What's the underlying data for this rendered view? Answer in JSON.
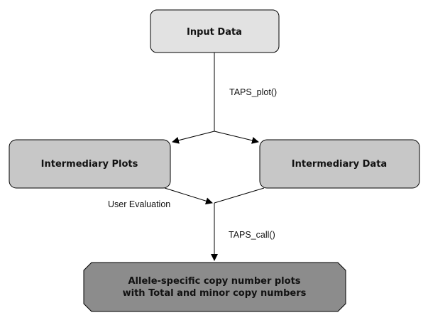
{
  "nodes": {
    "input": {
      "label": "Input Data",
      "fill": "#e2e2e2"
    },
    "plots": {
      "label": "Intermediary Plots",
      "fill": "#c7c7c7"
    },
    "data": {
      "label": "Intermediary Data",
      "fill": "#c7c7c7"
    },
    "output": {
      "line1": "Allele-specific copy number plots",
      "line2": "with Total and minor copy numbers",
      "fill": "#8c8c8c"
    }
  },
  "edges": {
    "taps_plot": "TAPS_plot()",
    "user_evaluation": "User Evaluation",
    "taps_call": "TAPS_call()"
  }
}
